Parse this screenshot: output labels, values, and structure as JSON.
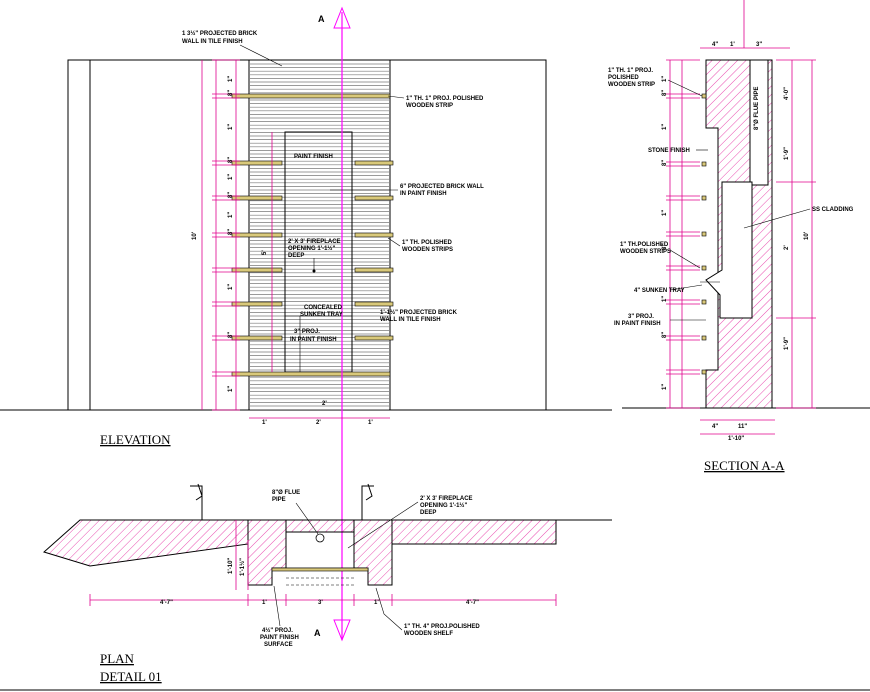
{
  "colors": {
    "linework": "#000000",
    "dimension": "#e0008e",
    "section_line": "#ff00ff",
    "hatch": "#e0008e",
    "wooden_strip": "#d9c97a"
  },
  "elevation": {
    "title": "ELEVATION",
    "notes": {
      "brick_wall_top_1": "1 3½\" PROJECTED BRICK",
      "brick_wall_top_2": "WALL IN TILE FINISH",
      "wooden_strip_1": "1\" TH. 1\" PROJ. POLISHED",
      "wooden_strip_2": "WOODEN STRIP",
      "paint_finish": "PAINT FINISH",
      "brick_paint_1": "6\" PROJECTED BRICK WALL",
      "brick_paint_2": "IN PAINT FINISH",
      "fireplace_1": "2' X 3' FIREPLACE",
      "fireplace_2": "OPENING 1'-1½\"",
      "fireplace_3": "DEEP",
      "strips_1": "1\" TH. POLISHED",
      "strips_2": "WOODEN STRIPS",
      "tray_1": "CONCEALED",
      "tray_2": "SUNKEN TRAY",
      "tile_1": "1'-1½\" PROJECTED BRICK",
      "tile_2": "WALL IN TILE FINISH",
      "proj_1": "3\" PROJ.",
      "proj_2": "IN PAINT FINISH"
    },
    "dims_left": [
      "1\"",
      "8\"",
      "1\"",
      "8\"",
      "1\"",
      "8\"",
      "1\"",
      "8\"",
      "1\"",
      "8\"",
      "1\""
    ],
    "dim_total": "10'",
    "dims_mid": [
      "5'",
      "2'"
    ],
    "dims_bottom": [
      "1'",
      "2'",
      "1'"
    ],
    "section_mark": "A"
  },
  "section": {
    "title": "SECTION A-A",
    "notes": {
      "strip_1": "1\" TH. 1\" PROJ.",
      "strip_2": "POLISHED",
      "strip_3": "WOODEN STRIP",
      "flue": "8\"Ø FLUE PIPE",
      "stone": "STONE FINISH",
      "ss": "SS CLADDING",
      "strips_1": "1\" TH.POLISHED",
      "strips_2": "WOODEN STRIPS",
      "sunken": "4\" SUNKEN TRAY",
      "proj_1": "3\" PROJ.",
      "proj_2": "IN PAINT FINISH"
    },
    "dims_top": [
      "4\"",
      "1'",
      "3\""
    ],
    "dims_left": [
      "1\"",
      "8\"",
      "1\"",
      "8\"",
      "1\"",
      "8\"",
      "1\"",
      "8\"",
      "1\""
    ],
    "dims_right": [
      "4'-0\"",
      "1'-9\"",
      "2'",
      "1'-9\""
    ],
    "dim_total": "10'",
    "dims_bottom": [
      "4\"",
      "11\"",
      "1'-10\""
    ]
  },
  "plan": {
    "title_1": "PLAN",
    "title_2": "DETAIL 01",
    "notes": {
      "flue_1": "8\"Ø FLUE",
      "flue_2": "PIPE",
      "fireplace_1": "2' X 3' FIREPLACE",
      "fireplace_2": "OPENING 1'-1½\"",
      "fireplace_3": "DEEP",
      "proj_1": "4½\" PROJ.",
      "proj_2": "PAINT FINISH",
      "proj_3": "SURFACE",
      "shelf_1": "1\" TH. 4\" PROJ.POLISHED",
      "shelf_2": "WOODEN SHELF"
    },
    "dims_bottom": [
      "4'-7\"",
      "1'",
      "3'",
      "1'",
      "4'-7\""
    ],
    "dims_left": [
      "1'-10\"",
      "1'-1½\""
    ],
    "section_mark": "A"
  }
}
